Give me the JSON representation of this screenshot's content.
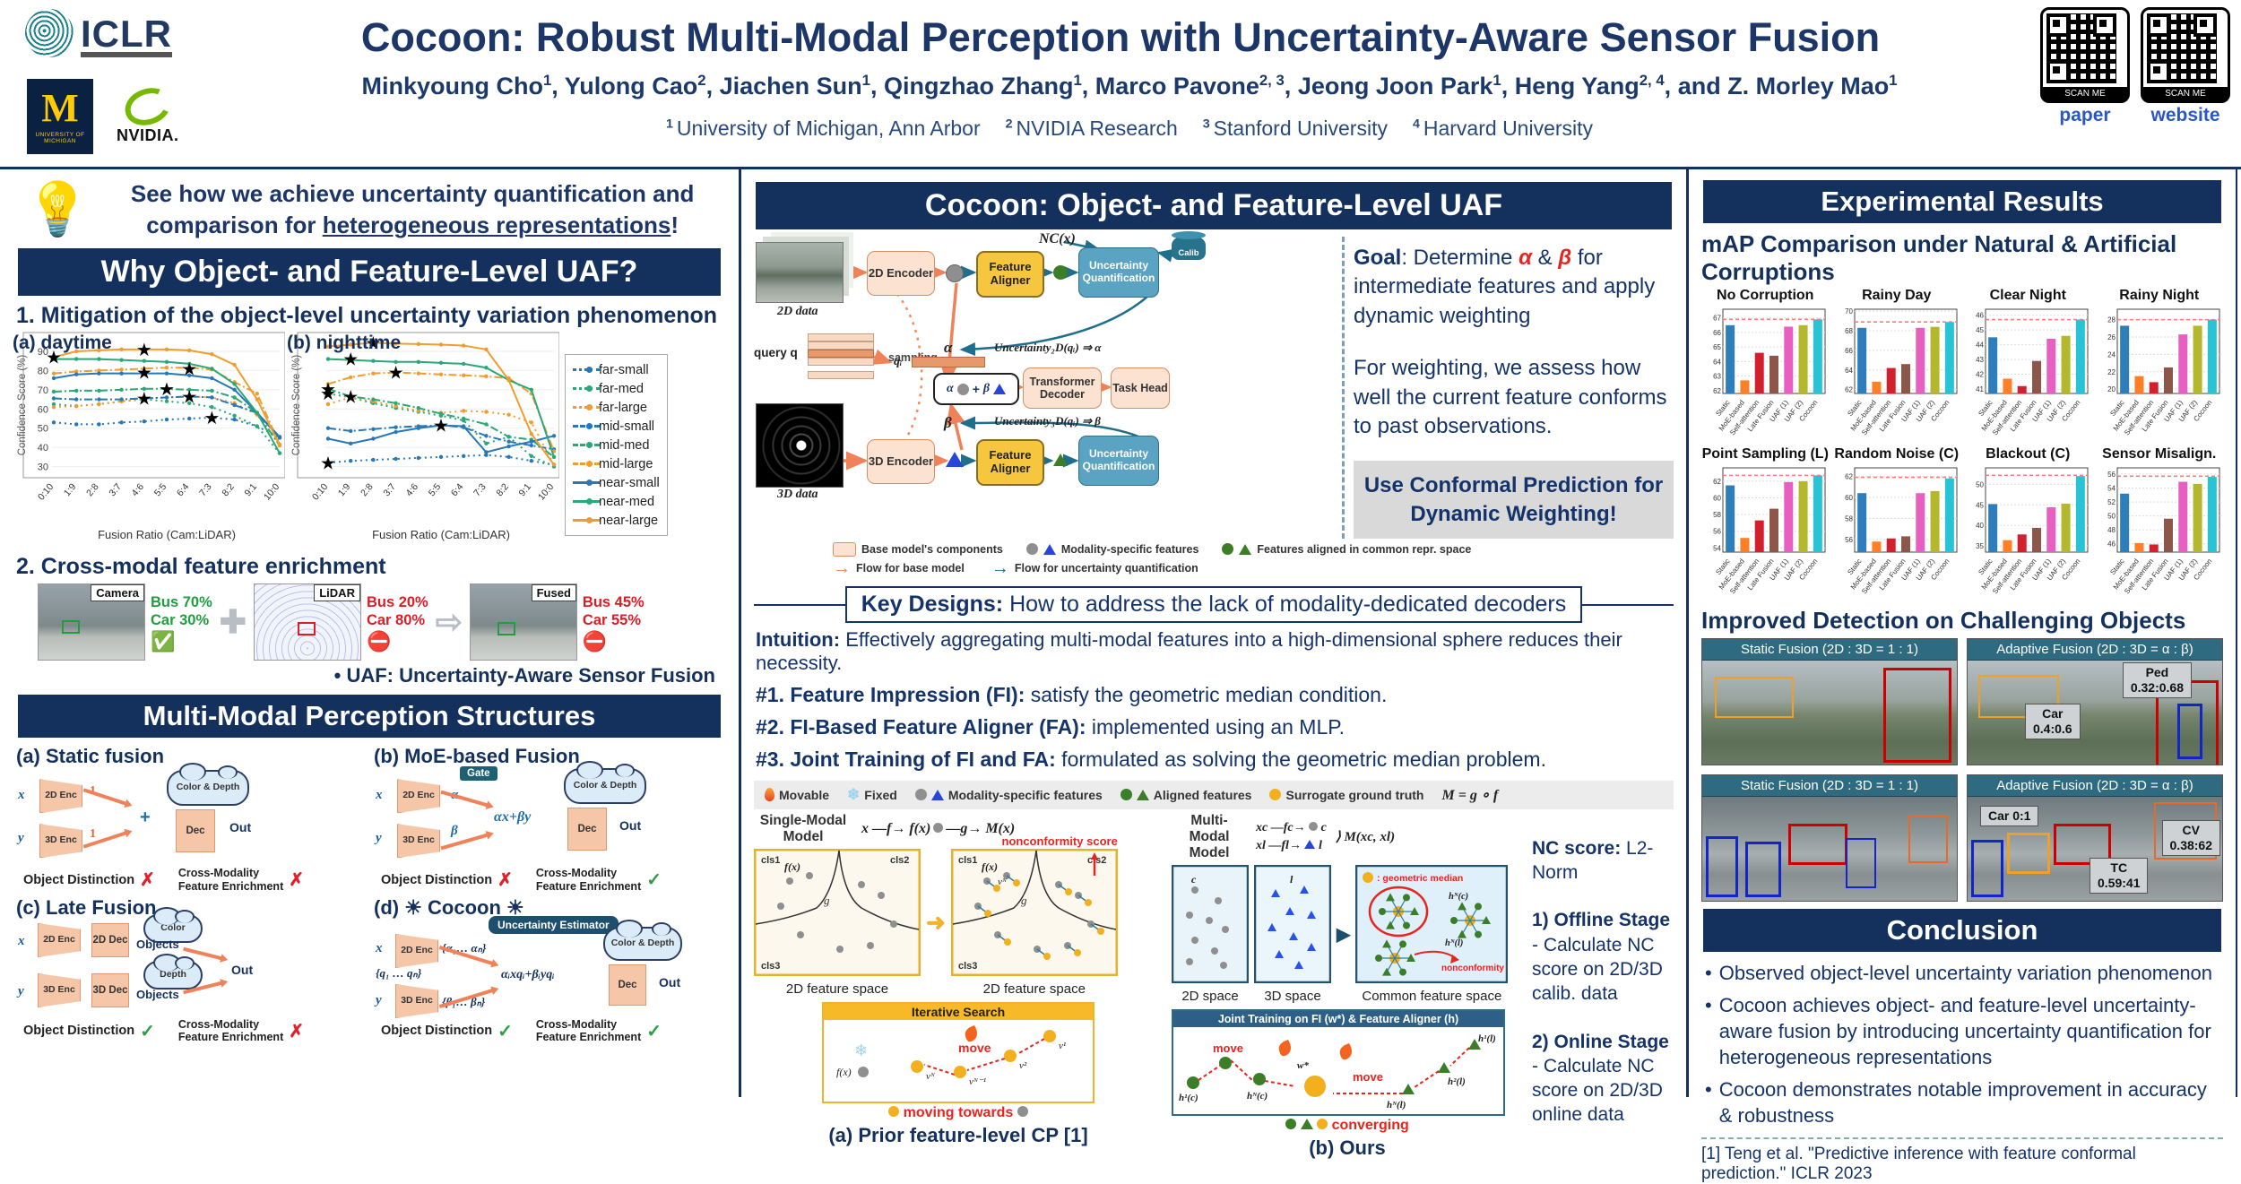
{
  "header": {
    "logo_text": "ICLR",
    "title": "Cocoon: Robust Multi-Modal Perception with Uncertainty-Aware Sensor Fusion",
    "authors": [
      {
        "n": "Minkyoung Cho",
        "s": "1"
      },
      {
        "n": "Yulong Cao",
        "s": "2"
      },
      {
        "n": "Jiachen Sun",
        "s": "1"
      },
      {
        "n": "Qingzhao Zhang",
        "s": "1"
      },
      {
        "n": "Marco Pavone",
        "s": "2, 3"
      },
      {
        "n": "Jeong Joon Park",
        "s": "1"
      },
      {
        "n": "Heng Yang",
        "s": "2, 4"
      },
      {
        "n": "and Z. Morley Mao",
        "s": "1"
      }
    ],
    "affiliations": [
      {
        "s": "1",
        "n": "University of Michigan, Ann Arbor"
      },
      {
        "s": "2",
        "n": "NVIDIA Research"
      },
      {
        "s": "3",
        "n": "Stanford University"
      },
      {
        "s": "4",
        "n": "Harvard University"
      }
    ],
    "umich_m": "M",
    "umich_caption": "UNIVERSITY OF MICHIGAN",
    "nvidia_word": "NVIDIA.",
    "qr": [
      {
        "caption": "SCAN ME",
        "label": "paper"
      },
      {
        "caption": "SCAN ME",
        "label": "website"
      }
    ]
  },
  "left": {
    "intro_line1": "See how we achieve uncertainty quantification and",
    "intro_pre": "comparison for ",
    "intro_em": "heterogeneous representations",
    "intro_post": "!",
    "banner1": "Why Object- and Feature-Level UAF?",
    "point1": "1. Mitigation of the object-level uncertainty variation phenomenon",
    "point2": "2. Cross-modal feature enrichment",
    "enrichment": [
      {
        "label": "Camera",
        "line1": "Bus 70%",
        "line2": "Car 30%",
        "status": "check"
      },
      {
        "label": "LiDAR",
        "line1": "Bus 20%",
        "line2": "Car 80%",
        "status": "cross"
      },
      {
        "label": "Fused",
        "line1": "Bus 45%",
        "line2": "Car 55%",
        "status": "cross"
      }
    ],
    "uaf_note": "UAF: Uncertainty-Aware Sensor Fusion",
    "banner2": "Multi-Modal Perception Structures",
    "marks_label_od": "Object Distinction",
    "marks_label_cm1": "Cross-Modality",
    "marks_label_cm2": "Feature Enrichment",
    "structures": [
      {
        "title": "(a) Static fusion",
        "x": "x",
        "y": "y",
        "enc2d": "2D Enc",
        "enc3d": "3D Enc",
        "w1": "1",
        "w2": "1",
        "plus": "+",
        "dec": "Dec",
        "out": "Out",
        "cloud": "Color & Depth",
        "od": "✗",
        "fe": "✗"
      },
      {
        "title": "(b) MoE-based Fusion",
        "x": "x",
        "y": "y",
        "enc2d": "2D Enc",
        "enc3d": "3D Enc",
        "gate": "Gate",
        "alpha": "α",
        "beta": "β",
        "expr": "αx+βy",
        "dec": "Dec",
        "out": "Out",
        "cloud": "Color & Depth",
        "od": "✗",
        "fe": "✓"
      },
      {
        "title": "(c) Late Fusion",
        "x": "x",
        "y": "y",
        "enc2d": "2D Enc",
        "enc3d": "3D Enc",
        "dec2d": "2D Dec",
        "dec3d": "3D Dec",
        "obj1": "Objects",
        "obj2": "Objects",
        "out": "Out",
        "cloud1": "Color",
        "cloud2": "Depth",
        "od": "✓",
        "fe": "✗"
      },
      {
        "title": "(d) ☀ Cocoon ☀",
        "x": "x",
        "y": "y",
        "enc2d": "2D Enc",
        "enc3d": "3D Enc",
        "ue": "Uncertainty Estimator",
        "alphas": "{α₁… αₙ}",
        "qs": "{q₁ … qₙ}",
        "betas": "{β₁… βₙ}",
        "expr": "αᵢxqᵢ+βᵢyqᵢ",
        "dec": "Dec",
        "out": "Out",
        "cloud": "Color & Depth",
        "od": "✓",
        "fe": "✓"
      }
    ]
  },
  "middle": {
    "banner": "Cocoon: Object- and Feature-Level UAF",
    "diagram": {
      "data2d": "2D data",
      "data3d": "3D data",
      "query": "query q",
      "qi": "qᵢ",
      "sampling": "sampling",
      "enc2d": "2D Encoder",
      "enc3d": "3D Encoder",
      "aligner": "Feature Aligner",
      "uq": "Uncertainty Quantification",
      "nc": "NC(x)",
      "calib": "Calib",
      "alpha": "α",
      "beta": "β",
      "plus": "+",
      "unc2d": "Uncertainty₂D(qᵢ) ⇒ α",
      "unc3d": "Uncertainty₃D(qᵢ) ⇒ β",
      "decoder": "Transformer Decoder",
      "task": "Task Head",
      "leg_base": "Base model's components",
      "leg_mod": "Modality-specific features",
      "leg_aligned": "Features aligned in common repr. space",
      "leg_flow_base": "Flow for base model",
      "leg_flow_uq": "Flow for uncertainty quantification"
    },
    "goal_label": "Goal",
    "goal_p1": ": Determine ",
    "goal_alpha": "α",
    "goal_amp": " & ",
    "goal_beta": "β",
    "goal_p2": " for intermediate features and apply dynamic weighting",
    "weighting": "For weighting, we assess how well the current feature conforms to past observations.",
    "cp_box": "Use Conformal Prediction for Dynamic Weighting!",
    "kd_bold": "Key Designs:",
    "kd_rest": " How to address the lack of modality-dedicated decoders",
    "intuition_bold": "Intuition:",
    "intuition_rest": " Effectively aggregating multi-modal features into a high-dimensional sphere reduces their necessity.",
    "kd_items": [
      {
        "b": "#1. Feature Impression (FI):",
        "r": " satisfy the geometric median condition."
      },
      {
        "b": "#2. FI-Based Feature Aligner (FA):",
        "r": " implemented using an MLP."
      },
      {
        "b": "#3. Joint Training of FI and FA:",
        "r": " formulated as solving the geometric median problem."
      }
    ],
    "legbar": {
      "movable": "Movable",
      "fixed": "Fixed",
      "mod": "Modality-specific features",
      "aligned": "Aligned features",
      "surrogate": "Surrogate ground truth",
      "formula": "M = g ∘ f"
    },
    "panel_a": {
      "model": "Single-Modal Model",
      "fx": "x",
      "f": "f",
      "fofx": "f(x)",
      "g": "g",
      "Mx": "M(x)",
      "cls1": "cls1",
      "cls2": "cls2",
      "cls3": "cls3",
      "noncon1": "nonconformity score",
      "space1": "2D feature space",
      "space2": "2D feature space",
      "iter": "Iterative Search",
      "move": "move",
      "v1": "v¹",
      "v2": "v²",
      "vN1": "vᴺ⁻¹",
      "vN": "vᴺ",
      "moving": "moving towards",
      "caption": "(a) Prior feature-level CP [1]"
    },
    "panel_b": {
      "model": "Multi-Modal Model",
      "xc": "xc",
      "fc": "fc",
      "c": "c",
      "xl": "xl",
      "fl": "fl",
      "l": "l",
      "Mx": "M(xc, xl)",
      "s2d": "2D space",
      "s3d": "3D space",
      "common": "Common feature space",
      "gm": ": geometric median",
      "hNc": "hᴺ(c)",
      "hNl": "hᴺ(l)",
      "noncon": "nonconformity score",
      "joint": "Joint Training on FI (w*) & Feature Aligner (h)",
      "h1c": "h¹(c)",
      "hNc2": "hᴺ(c)",
      "w": "w*",
      "hNl2": "hᴺ(l)",
      "h2l": "h²(l)",
      "h1l": "h¹(l)",
      "move": "move",
      "converging": "converging",
      "caption": "(b) Ours"
    },
    "notes": {
      "title_b": "NC score:",
      "title_r": " L2-Norm",
      "s1": "1) Offline Stage",
      "s1b": "- Calculate NC score on 2D/3D calib. data",
      "s2": "2) Online Stage",
      "s2b": "- Calculate NC score on 2D/3D online data"
    }
  },
  "right": {
    "banner": "Experimental Results",
    "map_title": "mAP Comparison under Natural & Artificial Corruptions",
    "detect_title": "Improved Detection on Challenging Objects",
    "detect": [
      {
        "header": "Static Fusion (2D : 3D = 1 : 1)"
      },
      {
        "header": "Adaptive Fusion (2D : 3D = α : β)",
        "ped_t": "Ped",
        "ped_v": "0.32:0.68",
        "car_t": "Car",
        "car_v": "0.4:0.6"
      },
      {
        "header": "Static Fusion (2D : 3D = 1 : 1)"
      },
      {
        "header": "Adaptive Fusion (2D : 3D = α : β)",
        "car": "Car 0:1",
        "cv_t": "CV",
        "cv_v": "0.38:62",
        "tc_t": "TC",
        "tc_v": "0.59:41"
      }
    ],
    "conclusion_banner": "Conclusion",
    "conclusions": [
      "Observed object-level uncertainty variation phenomenon",
      "Cocoon achieves object- and feature-level uncertainty-aware fusion by introducing uncertainty quantification for heterogeneous representations",
      "Cocoon demonstrates notable improvement in accuracy & robustness"
    ],
    "reference": "[1] Teng et al. \"Predictive inference with feature conformal prediction.\" ICLR 2023"
  },
  "chart_data": {
    "uncertainty_lines": {
      "type": "line",
      "x_ticks": [
        "0:10",
        "1:9",
        "2:8",
        "3:7",
        "4:6",
        "5:5",
        "6:4",
        "7:3",
        "8:2",
        "9:1",
        "10:0"
      ],
      "xlabel": "Fusion Ratio (Cam:LiDAR)",
      "ylabel": "Confidence Score (%)",
      "ylim": [
        27,
        97
      ],
      "yticks": [
        30,
        40,
        50,
        60,
        70,
        80,
        90
      ],
      "series_styles": [
        {
          "name": "far-small",
          "color": "#2878b8",
          "dash": "dot"
        },
        {
          "name": "far-med",
          "color": "#2aa876",
          "dash": "dot"
        },
        {
          "name": "far-large",
          "color": "#f09d2e",
          "dash": "dot"
        },
        {
          "name": "mid-small",
          "color": "#2878b8",
          "dash": "dashdot"
        },
        {
          "name": "mid-med",
          "color": "#2aa876",
          "dash": "dashdot"
        },
        {
          "name": "mid-large",
          "color": "#f09d2e",
          "dash": "dashdot"
        },
        {
          "name": "near-small",
          "color": "#2878b8",
          "dash": "solid"
        },
        {
          "name": "near-med",
          "color": "#2aa876",
          "dash": "solid"
        },
        {
          "name": "near-large",
          "color": "#f09d2e",
          "dash": "solid"
        }
      ],
      "charts": [
        {
          "label": "(a) daytime",
          "show_yticks": true,
          "series": {
            "far-small": [
              53,
              52,
              52,
              53,
              53.5,
              54.5,
              55,
              55.5,
              54.5,
              51,
              45
            ],
            "far-med": [
              62.5,
              61.5,
              62.5,
              64,
              65,
              64,
              63,
              61,
              56.5,
              51,
              37
            ],
            "far-large": [
              61,
              61.5,
              62.5,
              64,
              65.5,
              66,
              66.5,
              66,
              63,
              57,
              41
            ],
            "mid-small": [
              65.5,
              65,
              65,
              65,
              65.5,
              66,
              66.5,
              66,
              62,
              58,
              45.5
            ],
            "mid-med": [
              69,
              69.5,
              69.5,
              70,
              70.5,
              70.5,
              70,
              69.5,
              66,
              58,
              41
            ],
            "mid-large": [
              78.5,
              79.5,
              80,
              80.5,
              81,
              81.5,
              81.5,
              80.5,
              74,
              68,
              41.5
            ],
            "near-small": [
              76,
              78,
              78.5,
              78.5,
              78.5,
              78.5,
              77.5,
              76,
              70,
              58,
              45
            ],
            "near-med": [
              86,
              86,
              86,
              85.5,
              85,
              84.5,
              83.5,
              81,
              73,
              58,
              37
            ],
            "near-large": [
              87,
              90,
              90.5,
              91,
              91,
              91,
              90.5,
              88.5,
              83,
              65,
              41
            ]
          },
          "stars": [
            [
              0,
              87
            ],
            [
              4,
              91
            ],
            [
              4,
              79
            ],
            [
              6,
              81
            ],
            [
              5,
              70.5
            ],
            [
              4,
              65.5
            ],
            [
              6,
              66.5
            ],
            [
              7,
              55.5
            ]
          ]
        },
        {
          "label": "(b) nighttime",
          "show_yticks": false,
          "series": {
            "far-small": [
              32,
              33,
              33.5,
              34,
              34.5,
              35,
              35.5,
              36,
              35,
              33,
              31
            ],
            "far-med": [
              68,
              66,
              63,
              60.5,
              58.5,
              56.5,
              54,
              42,
              45.5,
              35.5,
              30
            ],
            "far-large": [
              62.5,
              66,
              64,
              61.5,
              59,
              58,
              59,
              58.5,
              57,
              53,
              31
            ],
            "mid-small": [
              50,
              48.5,
              49.5,
              50.5,
              51,
              51.5,
              50.5,
              46,
              43,
              41,
              39
            ],
            "mid-med": [
              70.5,
              66.5,
              65,
              63,
              60.5,
              57.5,
              55,
              52,
              45.5,
              44,
              35
            ],
            "mid-large": [
              73,
              76.5,
              78.5,
              79,
              78.5,
              78,
              77.5,
              77,
              76,
              68,
              38
            ],
            "near-small": [
              44.5,
              42,
              44.5,
              48,
              50,
              51.5,
              51,
              37.5,
              40.5,
              43,
              46
            ],
            "near-med": [
              86,
              85.5,
              85,
              84.5,
              84.5,
              84,
              83.5,
              81.5,
              75,
              70,
              35
            ],
            "near-large": [
              92.5,
              93.5,
              94.5,
              94,
              93.8,
              93.5,
              93,
              91,
              75,
              47,
              31
            ]
          },
          "stars": [
            [
              2,
              94.5
            ],
            [
              1,
              86
            ],
            [
              3,
              79
            ],
            [
              0,
              70.5
            ],
            [
              0,
              68
            ],
            [
              1,
              66.5
            ],
            [
              5,
              51.5
            ],
            [
              0,
              32
            ]
          ]
        }
      ]
    },
    "map_bars": {
      "type": "bar",
      "categories": [
        "Static",
        "MoE-based",
        "Self-attention",
        "Late Fusion",
        "UAF (1)",
        "UAF (2)",
        "Cocoon"
      ],
      "colors": [
        "#2e7ebb",
        "#ff7f27",
        "#d3202f",
        "#8c564b",
        "#e75fc0",
        "#b3b82c",
        "#28c3d4"
      ],
      "refline_color": "#ff7b7b",
      "charts": [
        {
          "title": "No Corruption",
          "ylim": [
            61.8,
            67.6
          ],
          "yticks": [
            62,
            63,
            64,
            65,
            66,
            67
          ],
          "values": [
            66.5,
            62.7,
            64.6,
            64.4,
            66.4,
            66.5,
            66.9
          ],
          "refline": 66.9
        },
        {
          "title": "Rainy Day",
          "ylim": [
            61.6,
            70.2
          ],
          "yticks": [
            62,
            64,
            66,
            68,
            70
          ],
          "values": [
            68.3,
            62.8,
            64.2,
            64.6,
            68.3,
            68.4,
            68.9
          ],
          "refline": 68.9
        },
        {
          "title": "Clear Night",
          "ylim": [
            40.7,
            46.4
          ],
          "yticks": [
            41,
            42,
            43,
            44,
            45,
            46
          ],
          "values": [
            44.5,
            41.7,
            41.2,
            42.9,
            44.4,
            44.6,
            45.7
          ],
          "refline": 45.7
        },
        {
          "title": "Rainy Night",
          "ylim": [
            19.5,
            29.2
          ],
          "yticks": [
            20,
            22,
            24,
            26,
            28
          ],
          "values": [
            27.3,
            21.5,
            20.8,
            22.5,
            26.3,
            27.3,
            28.0
          ],
          "refline": 28.0
        },
        {
          "title": "Point Sampling (L)",
          "ylim": [
            53.5,
            63.6
          ],
          "yticks": [
            54,
            56,
            58,
            60,
            62
          ],
          "values": [
            61.5,
            55.2,
            57.3,
            58.7,
            61.9,
            62.0,
            62.7
          ],
          "refline": 62.7
        },
        {
          "title": "Random Noise (C)",
          "ylim": [
            54.8,
            62.8
          ],
          "yticks": [
            56,
            58,
            60,
            62
          ],
          "values": [
            60.4,
            55.8,
            56.1,
            56.3,
            60.4,
            60.6,
            61.8
          ],
          "refline": 61.9
        },
        {
          "title": "Blackout (C)",
          "ylim": [
            33.5,
            54.0
          ],
          "yticks": [
            35,
            40,
            45,
            50
          ],
          "values": [
            45.2,
            36.4,
            37.8,
            39.4,
            44.4,
            45.3,
            52.0
          ],
          "refline": 52.2
        },
        {
          "title": "Sensor Misalign.",
          "ylim": [
            44.8,
            56.9
          ],
          "yticks": [
            46,
            48,
            50,
            52,
            54,
            56
          ],
          "values": [
            53.2,
            46.1,
            45.9,
            49.6,
            54.9,
            54.6,
            55.6
          ],
          "refline": 55.7
        }
      ]
    }
  }
}
